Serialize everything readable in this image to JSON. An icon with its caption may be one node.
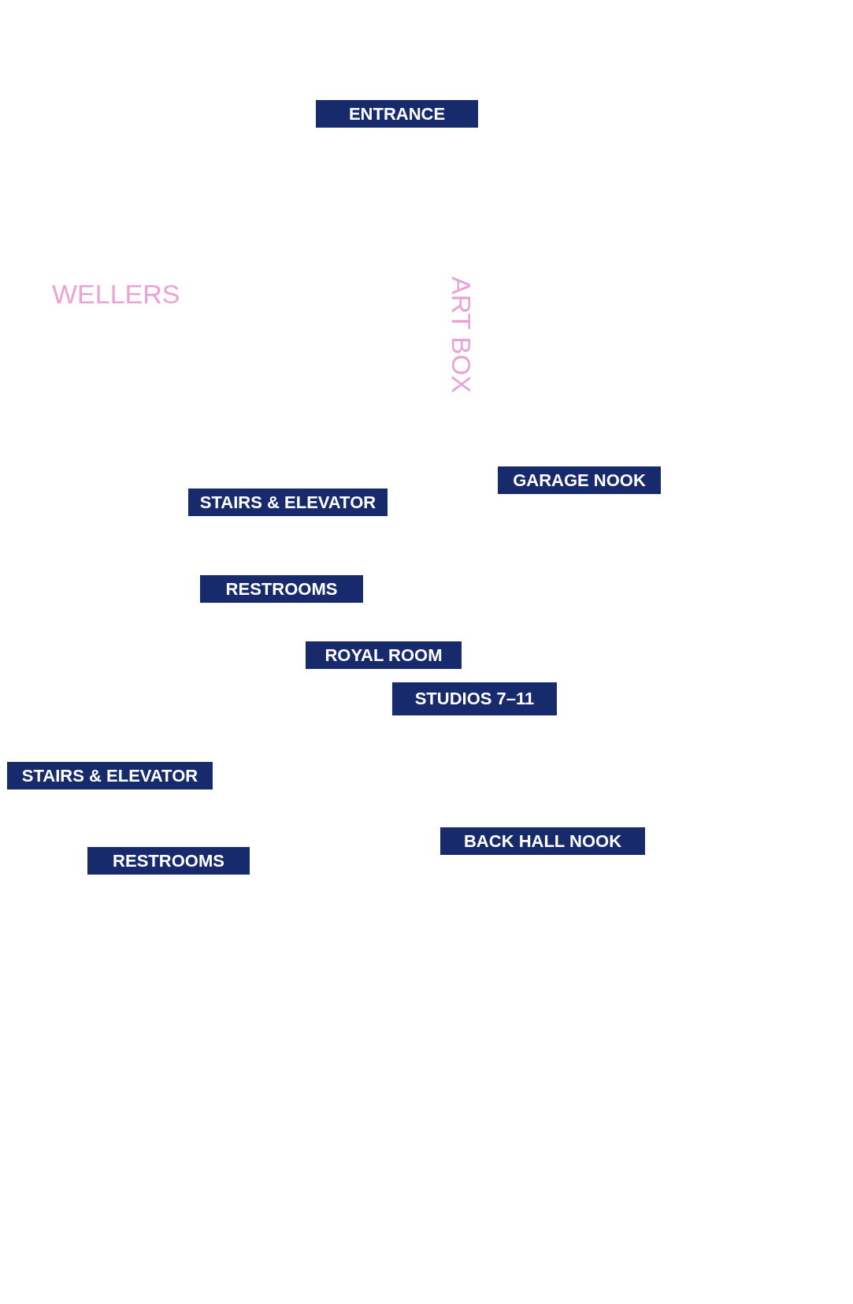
{
  "diagram": {
    "nodes": [
      {
        "text": [
          "ENTRANCE"
        ]
      },
      {
        "text": [
          "GARAGE NOOK"
        ]
      },
      {
        "text": [
          "STAIRS & ELEVATOR"
        ]
      },
      {
        "text": [
          "RESTROOMS"
        ]
      },
      {
        "text": [
          "ROYAL ROOM"
        ]
      },
      {
        "text": [
          "STUDIOS 7–11"
        ]
      },
      {
        "text": [
          "STAIRS & ELEVATOR"
        ]
      },
      {
        "text": [
          "BACK HALL NOOK"
        ]
      },
      {
        "text": [
          "RESTROOMS"
        ]
      }
    ],
    "labels": [
      "WELLERS",
      "ART BOX"
    ]
  }
}
